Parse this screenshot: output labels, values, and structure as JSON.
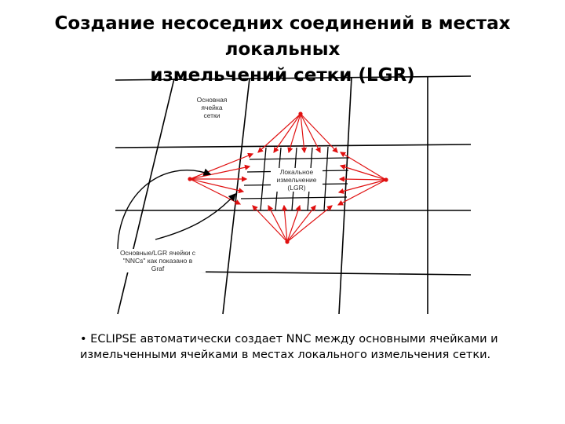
{
  "slide": {
    "title_line1": "Создание несоседних соединений в местах локальных",
    "title_line2": "измельчений сетки (LGR)",
    "bullet_line1": "• ECLIPSE автоматически создает NNC между основными ячейками и",
    "bullet_line2": "измельченными ячейками в местах локального измельчения сетки."
  },
  "diagram": {
    "label_main_cell": [
      "Основная",
      "ячейка",
      "сетки"
    ],
    "label_lgr": [
      "Локальное",
      "измельчение",
      "(LGR)"
    ],
    "label_nnc": [
      "Основные/LGR ячейки с",
      "\"NNCs\" как показано в",
      "Graf"
    ],
    "colors": {
      "grid": "#000000",
      "nnc": "#e01010",
      "label": "#2a2a2a"
    }
  }
}
